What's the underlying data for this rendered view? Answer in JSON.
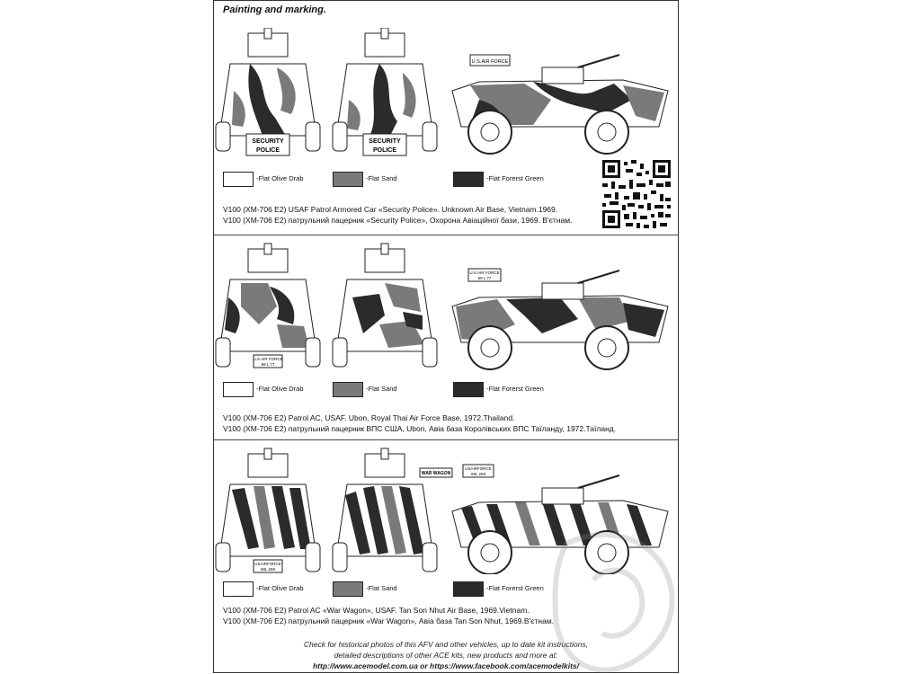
{
  "page": {
    "title": "Painting and marking."
  },
  "colors": {
    "flat_olive_drab": "#ffffff",
    "flat_sand": "#7a7a7a",
    "flat_forest_green": "#2b2b2b"
  },
  "legend": [
    {
      "label": "-Flat Olive Drab",
      "color": "#ffffff"
    },
    {
      "label": "-Flat Sand",
      "color": "#7a7a7a"
    },
    {
      "label": "-Flat Forerst Green",
      "color": "#2b2b2b"
    }
  ],
  "schemes": [
    {
      "front_marking_top": "SECURITY",
      "front_marking_bottom": "POLICE",
      "side_marking": "U.S.AIR FORCE",
      "caption_en": "V100 (XM-706 E2) USAF Patrol Armored Car «Security Police». Unknown Air Base, Vietnam.1969.",
      "caption_ua": "V100 (XM-706 E2) патрульний пацерник «Security Police», Охорона Авіаційної бази, 1969. В'єтнам."
    },
    {
      "plate_top": "U.S.AIR FORCE",
      "plate_bottom": "69 L 77",
      "side_plate_top": "U.S.AIR FORCE",
      "side_plate_bottom": "69 L 77",
      "caption_en": "V100 (XM-706 E2) Patrol AC, USAF. Ubon, Royal Thai Air Force Base, 1972.Thailand.",
      "caption_ua": "V100 (XM-706 E2) патрульний пацерник ВПС США, Ubon, Авіа база Королівських ВПС Таїланду, 1972.Таїланд."
    },
    {
      "plate_top": "USAIRFORCE",
      "plate_bottom": "69L 259",
      "side_name": "WAR WAGON",
      "side_plate_top": "USAIRFORCE",
      "side_plate_bottom": "69L 259",
      "caption_en": "V100 (XM-706 E2) Patrol AC «War Wagon», USAF. Tan Son Nhut Air Base, 1969.Vietnam.",
      "caption_ua": "V100 (XM-706 E2) патрульний пацерник «War Wagon», Авіа база Tan Son Nhut, 1969.В'єтнам."
    }
  ],
  "footer": {
    "line1": "Check for historical photos of this AFV and  other vehicles, up to date kit instructions,",
    "line2": "detailed descriptions of other ACE kits, new products and more at:",
    "link1": "http://www.acemodel.com.ua",
    "sep": " or ",
    "link2": "https://www.facebook.com/acemodelkits/"
  }
}
